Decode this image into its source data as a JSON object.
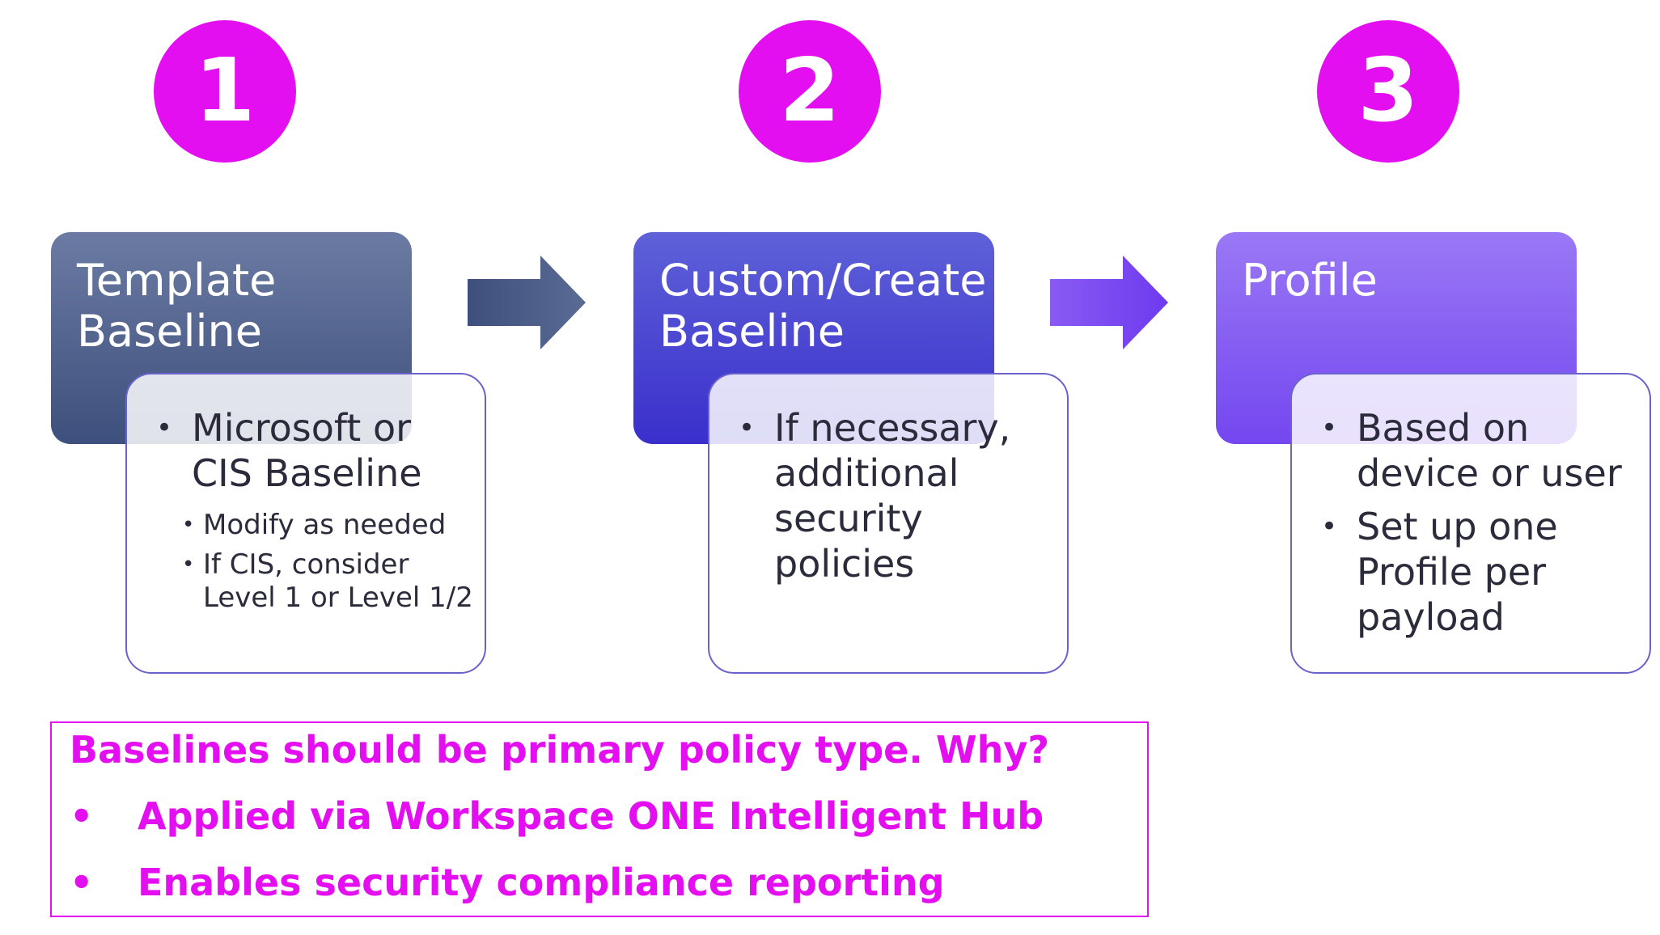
{
  "steps": [
    {
      "number": "1",
      "title_lines": [
        "Template",
        "Baseline"
      ],
      "color_top": "#6b7ba3",
      "color_bottom": "#3d4f7c",
      "items": [
        {
          "lines": [
            "Microsoft or",
            "CIS Baseline"
          ],
          "subitems": [
            {
              "lines": [
                "Modify as needed"
              ]
            },
            {
              "lines": [
                "If CIS, consider",
                "Level 1 or Level 1/2"
              ]
            }
          ]
        }
      ]
    },
    {
      "number": "2",
      "title_lines": [
        "Custom/Create",
        "Baseline"
      ],
      "color_top": "#5e61d8",
      "color_bottom": "#3a2fcc",
      "items": [
        {
          "lines": [
            "If necessary,",
            "additional",
            "security",
            "policies"
          ],
          "subitems": []
        }
      ]
    },
    {
      "number": "3",
      "title_lines": [
        "Profile"
      ],
      "color_top": "#9a78f5",
      "color_bottom": "#7447f0",
      "items": [
        {
          "lines": [
            "Based on",
            "device or user"
          ],
          "subitems": []
        },
        {
          "lines": [
            "Set up one",
            "Profile per",
            "payload"
          ],
          "subitems": []
        }
      ]
    }
  ],
  "arrows": [
    {
      "color_start": "#3d4f7c",
      "color_end": "#5a6b94"
    },
    {
      "color_start": "#8a5af2",
      "color_end": "#6e3af0"
    }
  ],
  "callout": {
    "title": "Baselines should be primary policy type.  Why?",
    "bullet_glyph": "•",
    "items": [
      "Applied via Workspace ONE Intelligent Hub",
      "Enables security compliance reporting"
    ],
    "color": "#e40ff0"
  },
  "colors": {
    "circle": "#e40ff0",
    "detail_border": "#6a62cc"
  }
}
